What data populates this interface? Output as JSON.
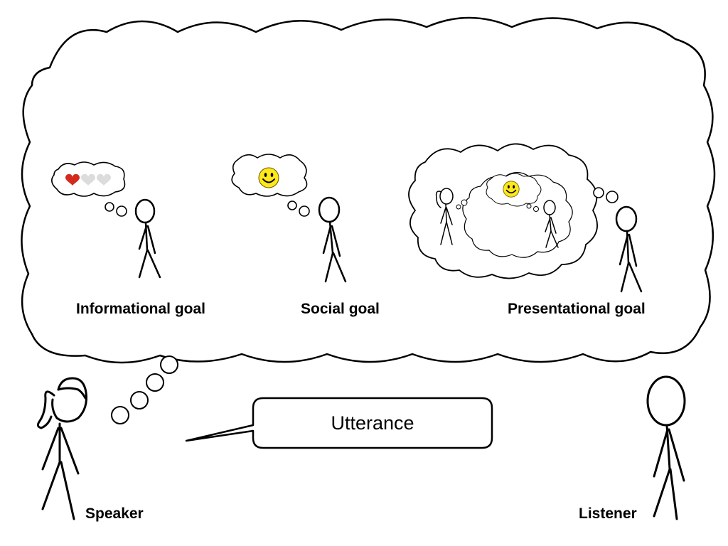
{
  "goals": {
    "informational": "Informational goal",
    "social": "Social goal",
    "presentational": "Presentational goal"
  },
  "speaker": {
    "label": "Speaker"
  },
  "listener": {
    "label": "Listener"
  },
  "utterance": {
    "text": "Utterance"
  },
  "colors": {
    "ink": "#000000",
    "heart_filled": "#d42a1e",
    "heart_empty": "#dcdcdc",
    "smiley_face": "#ffe81a"
  },
  "icons": [
    "heart-icon",
    "smiley-icon"
  ]
}
